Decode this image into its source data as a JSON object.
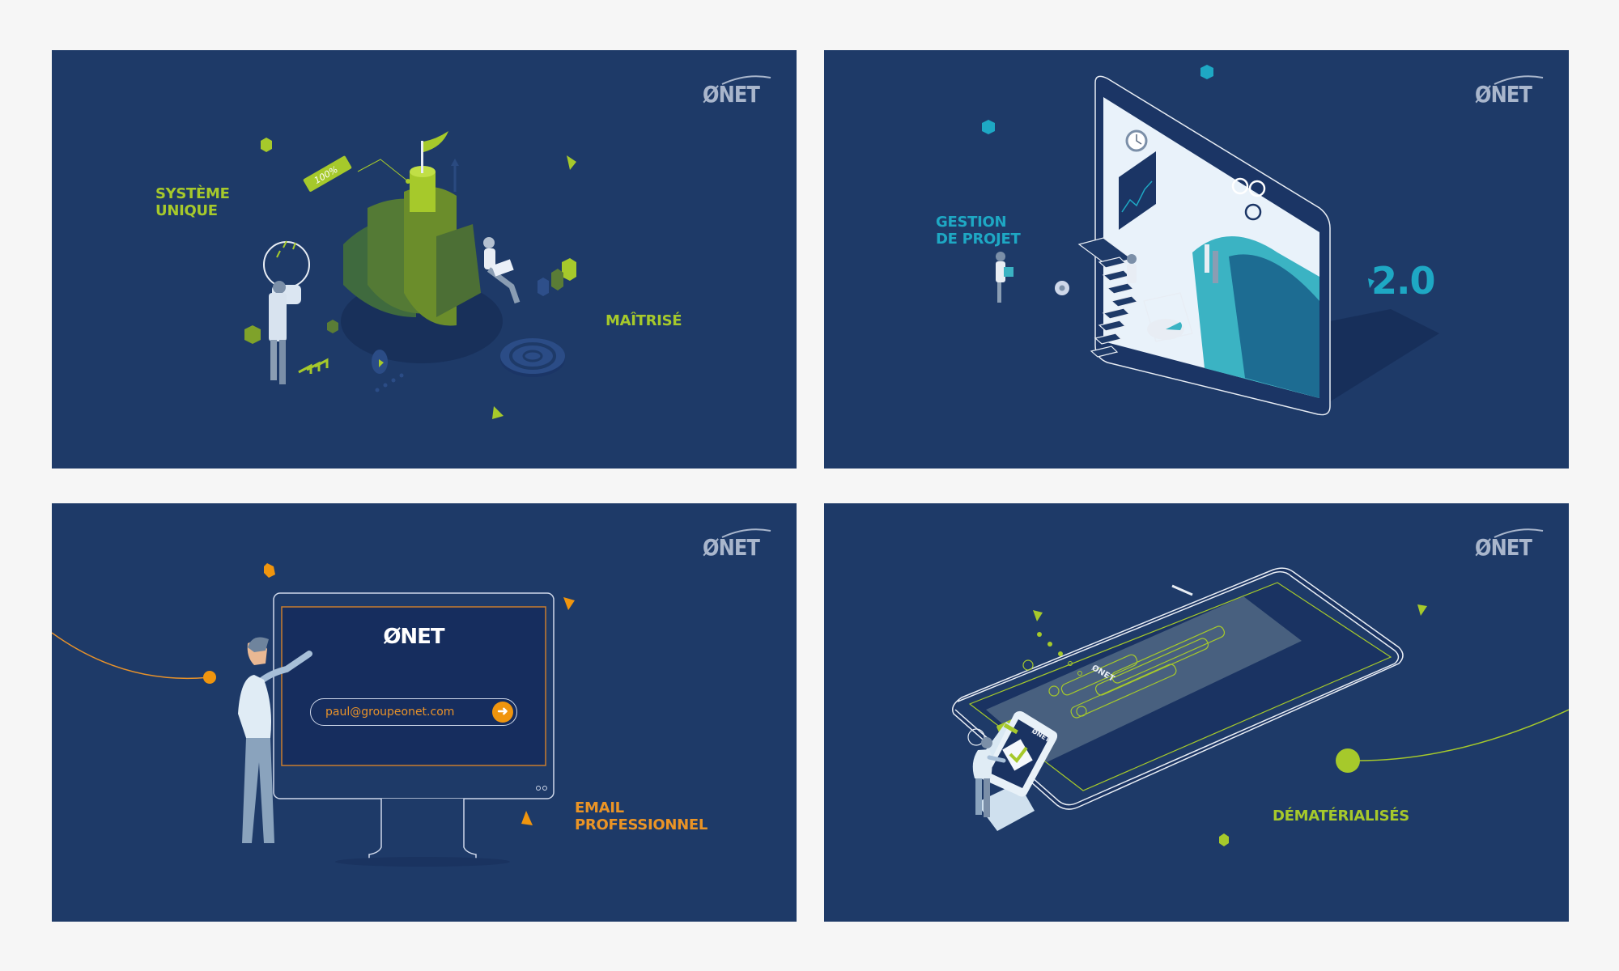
{
  "page": {
    "background": "#f6f6f6",
    "panel_background": "#1e3a68"
  },
  "brand": {
    "logo_text": "ØNET"
  },
  "panels": [
    {
      "id": "systeme-unique",
      "accent": "#a6c92b",
      "captions": {
        "line1": "SYSTÈME",
        "line2": "UNIQUE",
        "secondary": "MAÎTRISÉ"
      },
      "badge": "100%"
    },
    {
      "id": "gestion-de-projet",
      "accent": "#1ea8c4",
      "captions": {
        "line1": "GESTION",
        "line2": "DE PROJET"
      },
      "version": "2.0"
    },
    {
      "id": "email-professionnel",
      "accent": "#eb9425",
      "captions": {
        "line1": "EMAIL",
        "line2": "PROFESSIONNEL"
      },
      "screen_logo": "ØNET",
      "email_input": {
        "value": "paul@groupeonet.com",
        "submit_icon": "arrow-right-icon"
      }
    },
    {
      "id": "dematerialises",
      "accent": "#a6c92b",
      "captions": {
        "line1": "DÉMATÉRIALISÉS"
      },
      "phone_logo": "ØNET",
      "kiosk_logo": "ØNET"
    }
  ]
}
